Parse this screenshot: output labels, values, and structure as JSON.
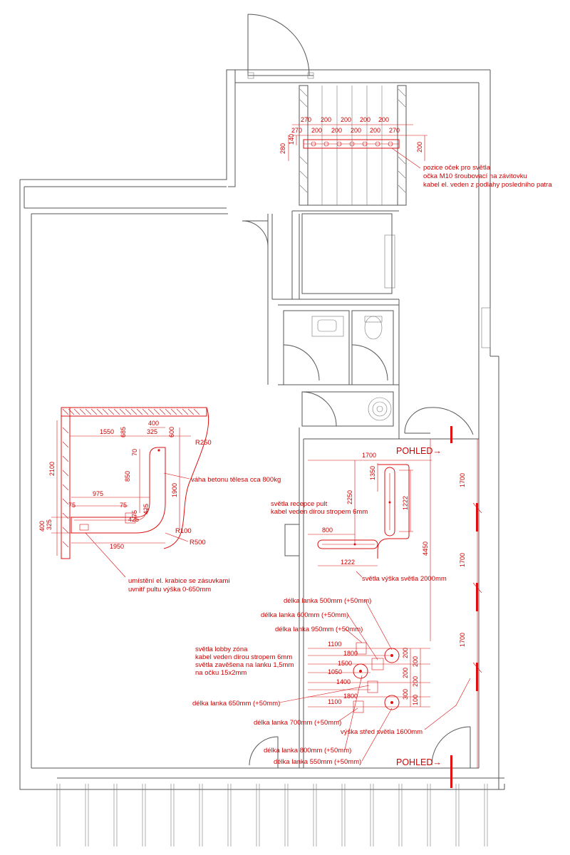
{
  "colors": {
    "annotation": "#d11111",
    "walls": "#555555",
    "background": "#ffffff"
  },
  "notes": {
    "light_hooks": [
      "pozice oček pro světla",
      "očka M10 šroubovací na závitovku",
      "kabel el. veden z podlahy posledního patra"
    ],
    "concrete": "váha betonu tělesa cca 800kg",
    "reception_lights": [
      "světla recepce pult",
      "kabel veden dírou stropem 6mm"
    ],
    "reception_height": "světla výška světla 2000mm",
    "socket_box": [
      "umístění el. krabice se zásuvkami",
      "uvnitř pultu výška 0-650mm"
    ],
    "lobby_lights": [
      "světla lobby zóna",
      "kabel veden dírou stropem 6mm",
      "světla zavěšena na lanku 1,5mm",
      "na očku 15x2mm"
    ],
    "center_height": "výška střed světla 1600mm"
  },
  "cable_lengths": [
    "délka lanka 500mm (+50mm)",
    "délka lanka 600mm (+50mm)",
    "délka lanka 950mm (+50mm)",
    "délka lanka 650mm (+50mm)",
    "délka lanka 700mm (+50mm)",
    "délka lanka 800mm (+50mm)",
    "délka lanka 550mm (+50mm)"
  ],
  "view_labels": [
    "POHLED→",
    "POHLED→"
  ],
  "dims_top": {
    "row1": [
      "270",
      "200",
      "200",
      "200",
      "200"
    ],
    "row2": [
      "270",
      "200",
      "200",
      "200",
      "200",
      "270"
    ],
    "left": [
      "140",
      "280"
    ],
    "right": "200"
  },
  "dims_counter": {
    "top": [
      "1550",
      "400",
      "685",
      "325",
      "600"
    ],
    "radii": [
      "R250",
      "R100",
      "R500"
    ],
    "v": [
      "2100",
      "70",
      "850",
      "75",
      "1900",
      "425",
      "400",
      "325"
    ],
    "h": [
      "975",
      "75",
      "75",
      "425",
      "1950"
    ]
  },
  "dims_reception": [
    "1700",
    "1350",
    "2250",
    "1222",
    "800",
    "1222",
    "4450"
  ],
  "dims_lobby": [
    "1100",
    "1800",
    "1500",
    "1050",
    "1400",
    "1800",
    "1100",
    "200",
    "200",
    "200",
    "200",
    "300",
    "100"
  ],
  "dims_right": [
    "1700",
    "1700",
    "1700"
  ]
}
